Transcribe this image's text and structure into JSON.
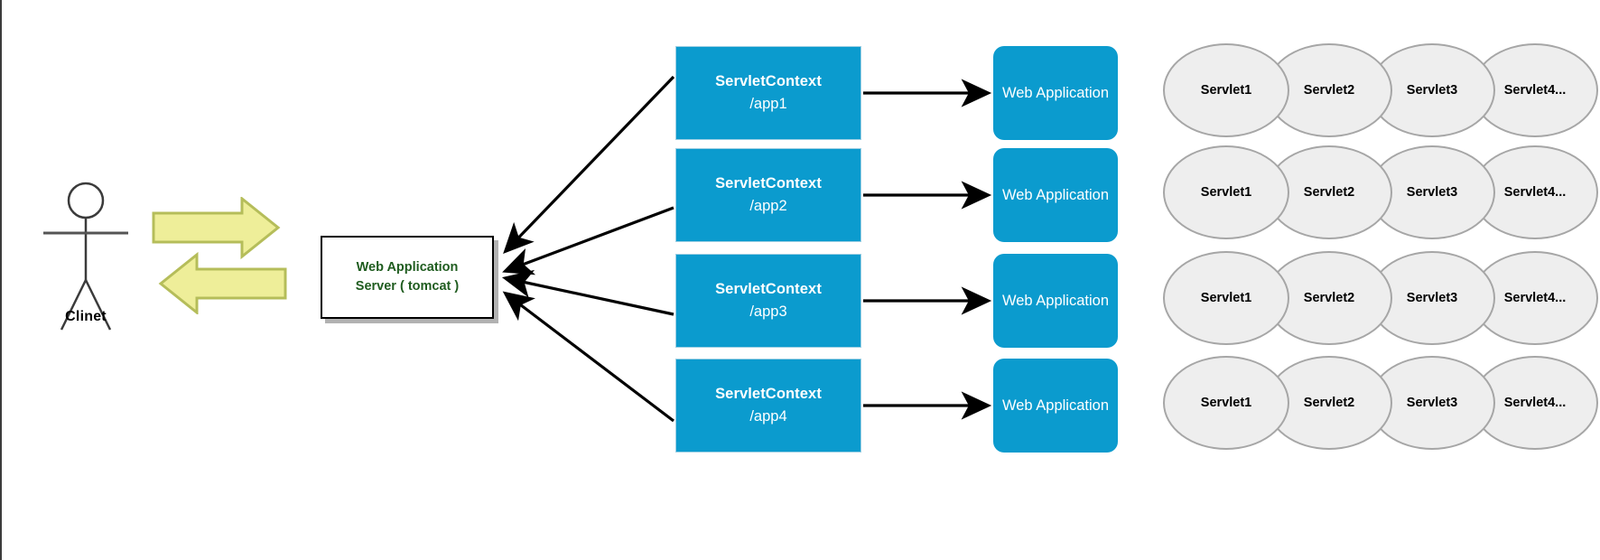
{
  "diagram": {
    "title": "Web Application Server (tomcat) servlet context architecture",
    "colors": {
      "blue": "#0b9bce",
      "yellow": "#eeee99",
      "yellow_border": "#b5bd5a",
      "green_text": "#1f5c1f",
      "ellipse_fill": "#eeeeee",
      "ellipse_border": "#a6a6a6",
      "connector": "#000000"
    }
  },
  "client": {
    "label": "Clinet",
    "icon": "stick-figure-actor-icon"
  },
  "exchange": {
    "request_arrow": "arrow-right-icon",
    "response_arrow": "arrow-left-icon"
  },
  "server": {
    "line1": "Web Application",
    "line2": "Server ( tomcat )"
  },
  "rows": [
    {
      "context_title": "ServletContext",
      "context_path": "/app1",
      "application": "Web Application",
      "servlets": [
        "Servlet1",
        "Servlet2",
        "Servlet3",
        "Servlet4..."
      ]
    },
    {
      "context_title": "ServletContext",
      "context_path": "/app2",
      "application": "Web Application",
      "servlets": [
        "Servlet1",
        "Servlet2",
        "Servlet3",
        "Servlet4..."
      ]
    },
    {
      "context_title": "ServletContext",
      "context_path": "/app3",
      "application": "Web Application",
      "servlets": [
        "Servlet1",
        "Servlet2",
        "Servlet3",
        "Servlet4..."
      ]
    },
    {
      "context_title": "ServletContext",
      "context_path": "/app4",
      "application": "Web Application",
      "servlets": [
        "Servlet1",
        "Servlet2",
        "Servlet3",
        "Servlet4..."
      ]
    }
  ]
}
